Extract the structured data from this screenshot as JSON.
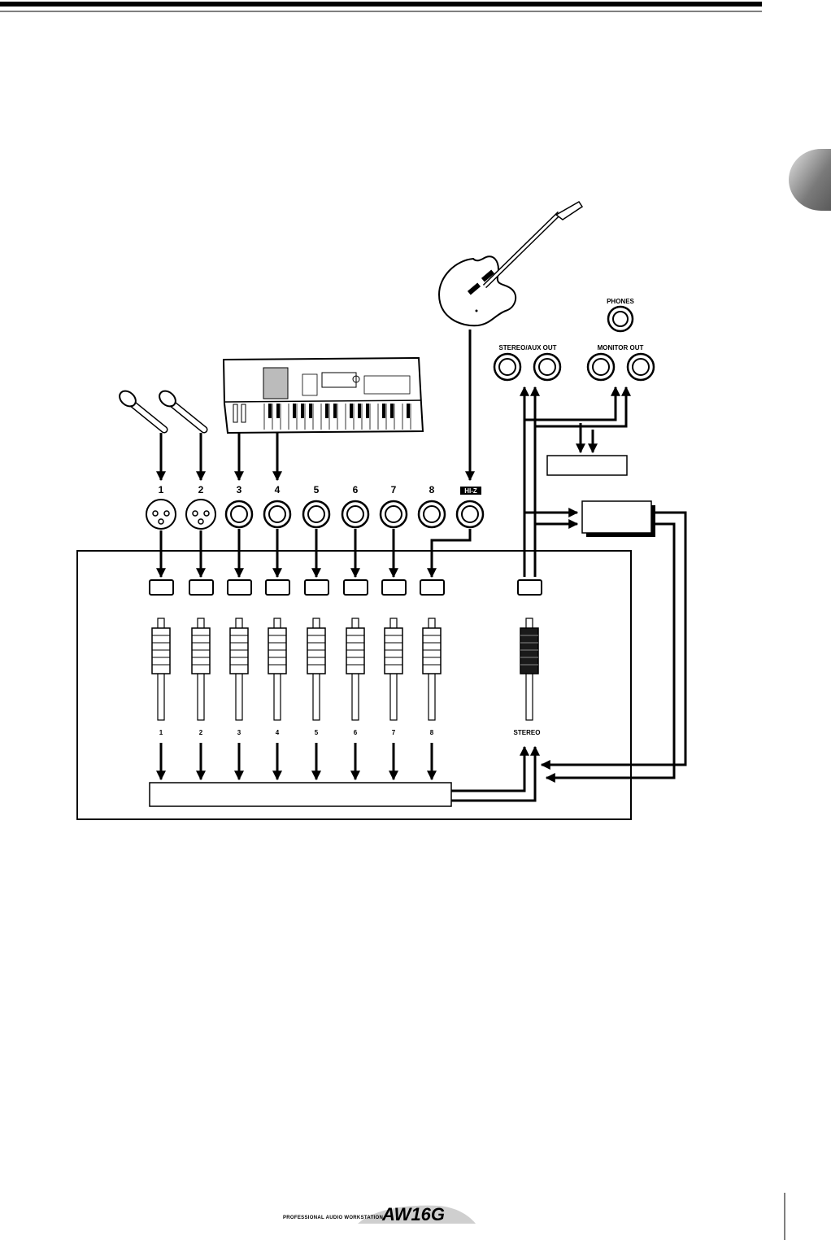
{
  "input_labels": [
    "1",
    "2",
    "3",
    "4",
    "5",
    "6",
    "7",
    "8"
  ],
  "hiz_label": "HI-Z",
  "channel_labels": [
    "1",
    "2",
    "3",
    "4",
    "5",
    "6",
    "7",
    "8"
  ],
  "stereo_label": "STEREO",
  "stereo_aux_out_label": "STEREO/AUX OUT",
  "monitor_out_label": "MONITOR OUT",
  "phones_label": "PHONES",
  "footer": {
    "tagline": "PROFESSIONAL AUDIO WORKSTATION",
    "logo": "AW16G"
  },
  "colors": {
    "ink": "#000000",
    "paper": "#ffffff",
    "tab": "#8a8a8a"
  }
}
